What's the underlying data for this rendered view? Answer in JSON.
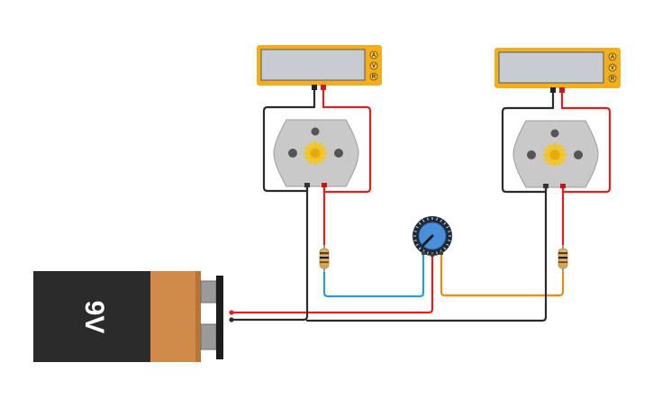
{
  "battery": {
    "label": "9V",
    "body_color": "#2b2b2b",
    "band_color": "#d08a4a"
  },
  "multimeters": [
    {
      "buttons": [
        "A",
        "V",
        "R"
      ],
      "frame_color": "#f2ae1c",
      "screen_color": "#c7ccd2"
    },
    {
      "buttons": [
        "A",
        "V",
        "R"
      ],
      "frame_color": "#f2ae1c",
      "screen_color": "#c7ccd2"
    }
  ],
  "motors": [
    {
      "name": "dc-motor-left",
      "gear_color": "#f3c623"
    },
    {
      "name": "dc-motor-right",
      "gear_color": "#f3c623"
    }
  ],
  "potentiometer": {
    "knob_color": "#4a8fd8"
  },
  "wire_colors": {
    "red": "#e02020",
    "black": "#2a2a2a",
    "blue": "#2b9ad6",
    "orange": "#ef8a10"
  }
}
